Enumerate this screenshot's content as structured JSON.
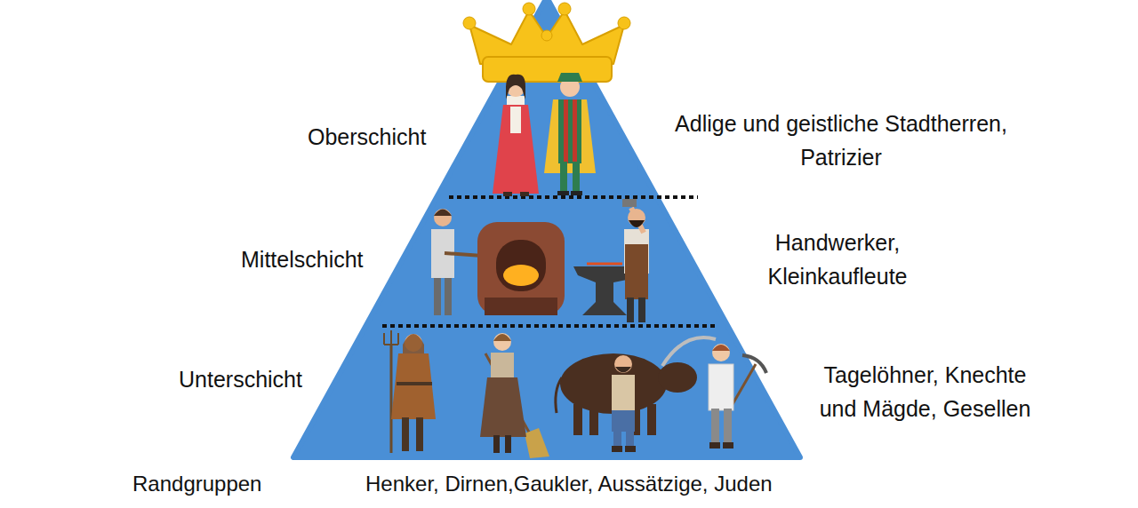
{
  "diagram": {
    "nodes": [
      {
        "text": [
          "Oberschicht",
          "Adlige und geistliche Stadtherren, Patrizier"
        ]
      },
      {
        "text": [
          "Mittelschicht",
          "Handwerker, Kleinkaufleute"
        ]
      },
      {
        "text": [
          "Unterschicht",
          "Tagelöhner, Knechte und Mägde, Gesellen"
        ]
      }
    ],
    "labels": [
      "Randgruppen",
      "Henker, Dirnen,Gaukler, Aussätzige, Juden"
    ]
  }
}
